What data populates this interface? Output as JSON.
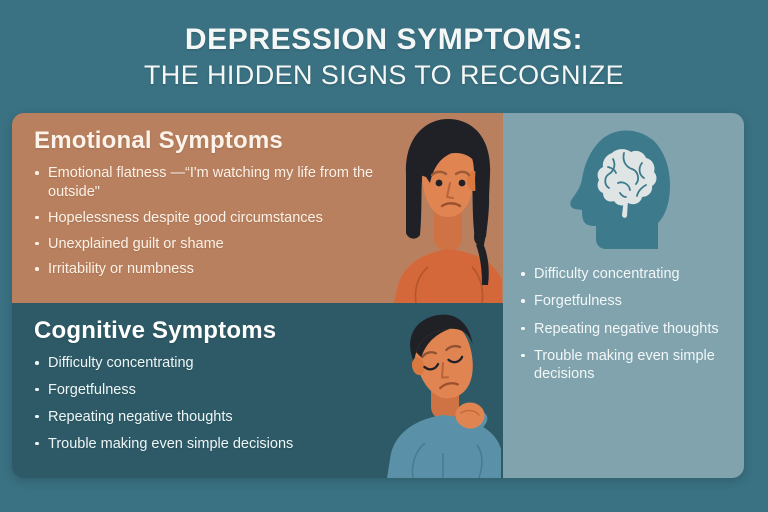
{
  "title": {
    "line1": "DEPRESSION SYMPTOMS:",
    "line2": "THE HIDDEN SIGNS TO RECOGNIZE"
  },
  "panels": {
    "emotional": {
      "heading": "Emotional Symptoms",
      "bullets": [
        "Emotional flatness —“I'm watching my life from the outside\"",
        "Hopelessness despite good circumstances",
        "Unexplained guilt or shame",
        "Irritability or numbness"
      ]
    },
    "cognitive": {
      "heading": "Cognitive Symptoms",
      "bullets": [
        "Difficulty concentrating",
        "Forgetfulness",
        "Repeating negative thoughts",
        "Trouble making even simple decisions"
      ]
    },
    "sidebar": {
      "icon": "brain-head-icon",
      "bullets": [
        "Difficulty concentrating",
        "Forgetfulness",
        "Repeating negative thoughts",
        "Trouble making even simple decisions"
      ]
    }
  },
  "illustrations": {
    "woman": "sad-woman-illustration",
    "man": "tired-man-illustration"
  },
  "colors": {
    "background": "#3a7283",
    "emotional_panel": "#b8805f",
    "cognitive_panel": "#2d5a66",
    "sidebar_panel": "#80a3ad",
    "title_text": "#f4f7f5",
    "head_silhouette": "#3d7a8c",
    "brain": "#dfe5e4"
  }
}
